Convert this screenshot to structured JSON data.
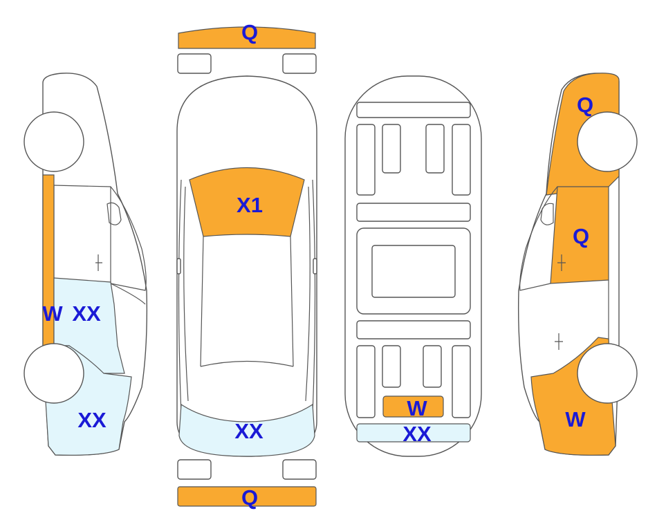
{
  "colors": {
    "damage_orange": "#F9A930",
    "damage_light_blue": "#E2F6FC",
    "label_blue": "#1A1AD6",
    "outline": "#555555"
  },
  "labels": {
    "front_bumper": "Q",
    "rear_bumper": "Q",
    "windshield": "X1",
    "rear_top": "XX",
    "left_side_w": "W",
    "left_side_xx": "XX",
    "left_rear_quarter": "XX",
    "underbody_w": "W",
    "underbody_xx": "XX",
    "right_front_fender": "Q",
    "right_front_door": "Q",
    "right_rear_quarter": "W"
  }
}
